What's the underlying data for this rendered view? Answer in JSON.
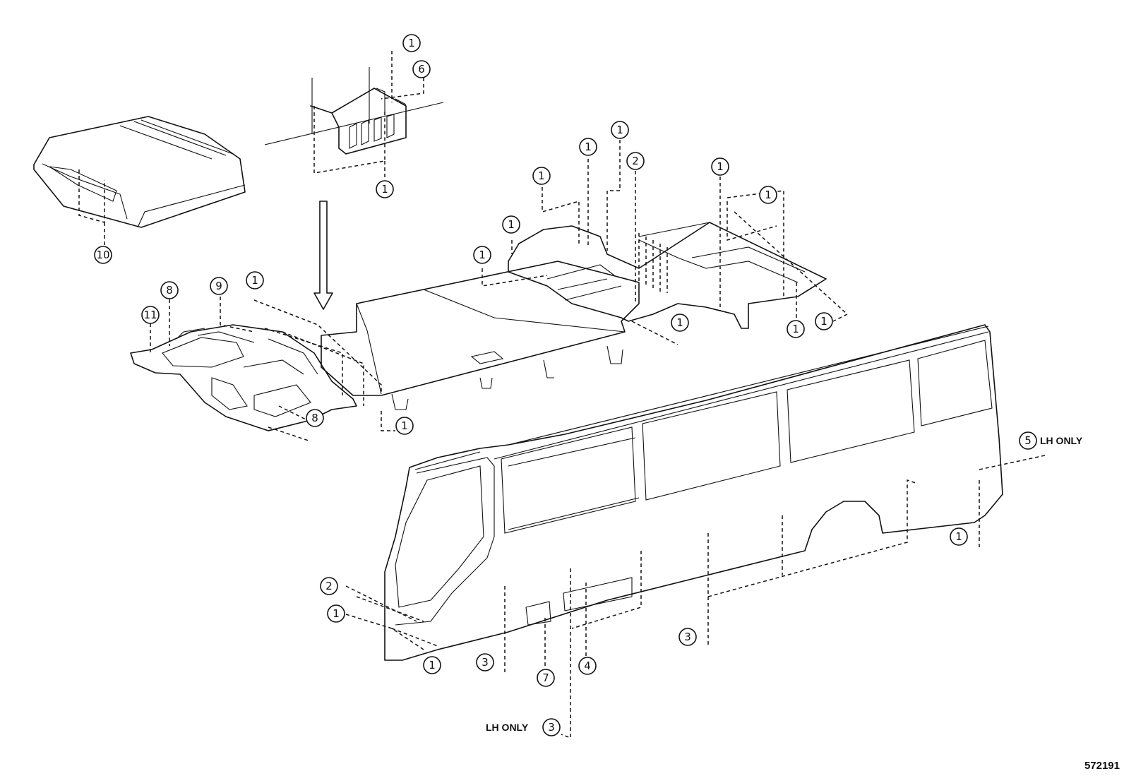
{
  "callouts": {
    "c1": "1",
    "c2": "2",
    "c3": "3",
    "c4": "4",
    "c5": "5",
    "c6": "6",
    "c7": "7",
    "c8": "8",
    "c9": "9",
    "c10": "10",
    "c11": "11"
  },
  "notes": {
    "lh_only": "LH ONLY"
  },
  "figure_id": "572191"
}
